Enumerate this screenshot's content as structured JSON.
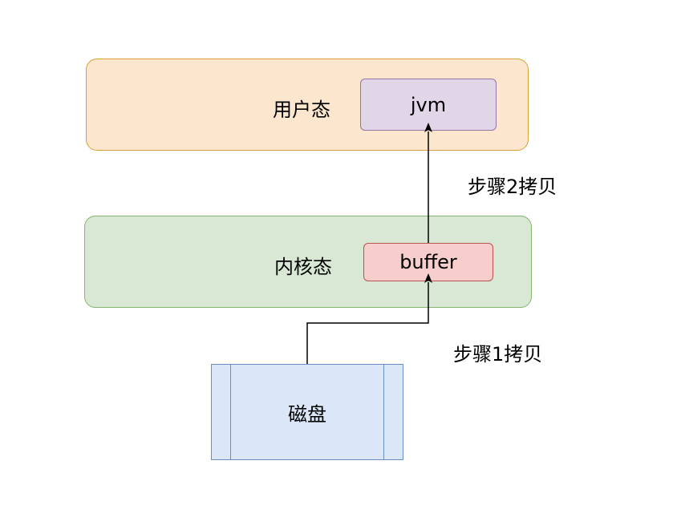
{
  "regions": {
    "user_mode": "用户态",
    "kernel_mode": "内核态"
  },
  "nodes": {
    "jvm": "jvm",
    "buffer": "buffer",
    "disk": "磁盘"
  },
  "edges": {
    "step1": "步骤1拷贝",
    "step2": "步骤2拷贝"
  },
  "colors": {
    "user_fill": "#fce6cd",
    "user_stroke": "#d7a13a",
    "kernel_fill": "#d9e8d4",
    "kernel_stroke": "#86b56f",
    "jvm_fill": "#e1d5e8",
    "jvm_stroke": "#9673a6",
    "buffer_fill": "#f7cecc",
    "buffer_stroke": "#b95450",
    "disk_fill": "#dbe6f8",
    "disk_stroke": "#6c8ebf"
  }
}
